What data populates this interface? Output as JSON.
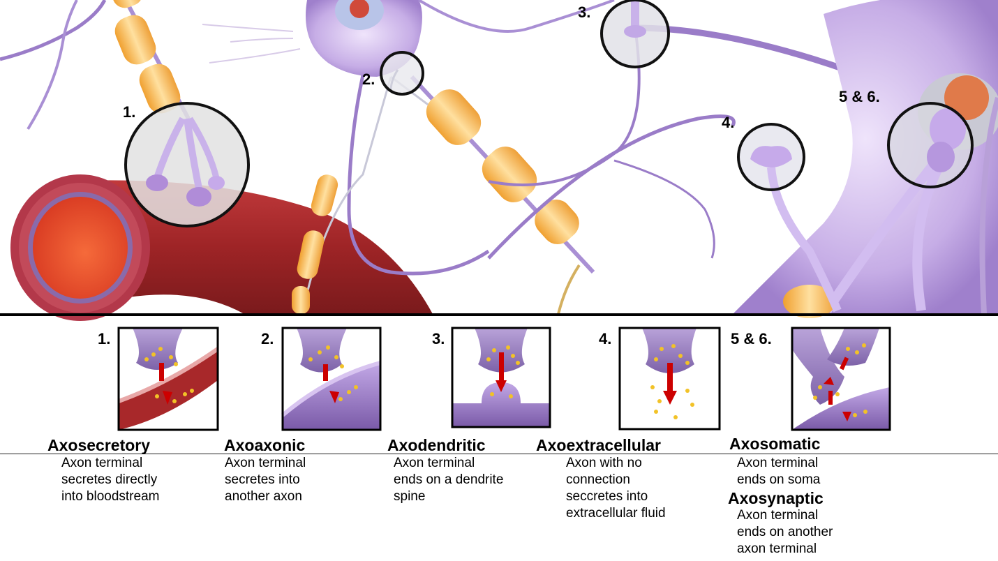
{
  "scene": {
    "labels": [
      "1.",
      "2.",
      "3.",
      "4.",
      "5 & 6."
    ]
  },
  "panels": [
    {
      "number": "1.",
      "title": "Axosecretory",
      "description": "Axon terminal\nsecretes directly\ninto bloodstream"
    },
    {
      "number": "2.",
      "title": "Axoaxonic",
      "description": "Axon terminal\nsecretes into\nanother axon"
    },
    {
      "number": "3.",
      "title": "Axodendritic",
      "description": "Axon terminal\nends on a dendrite\nspine"
    },
    {
      "number": "4.",
      "title": "Axoextracellular",
      "description": "Axon with no\nconnection\nseccretes into\nextracellular fluid"
    },
    {
      "number": "5 & 6.",
      "title": "Axosomatic",
      "description": "Axon terminal\nends on soma",
      "title2": "Axosynaptic",
      "description2": "Axon terminal\nends on another\naxon terminal"
    }
  ],
  "colors": {
    "vessel": "#a8282a",
    "vessel_inner": "#e84a2a",
    "neuron": "#9a7cc8",
    "myelin": "#f4b84a",
    "vesicle": "#f2c227",
    "arrow": "#cc0000"
  }
}
